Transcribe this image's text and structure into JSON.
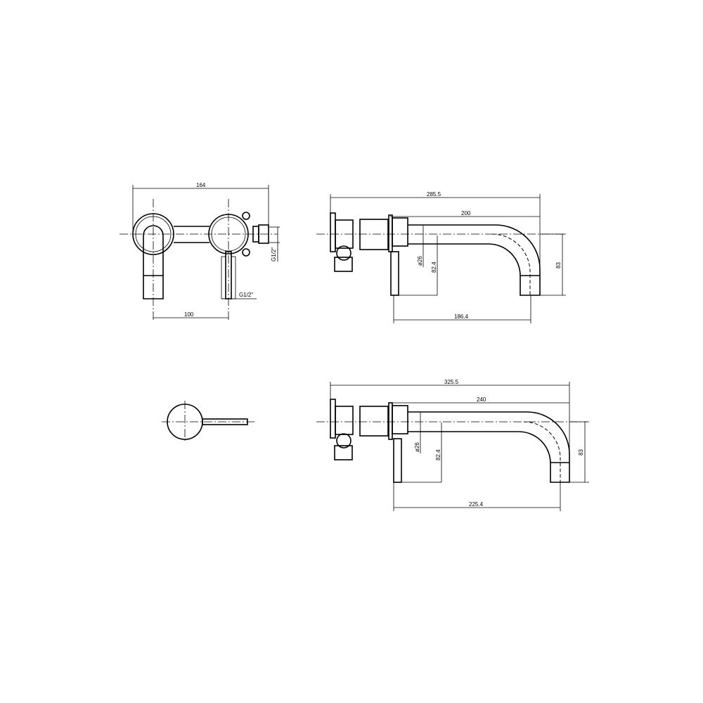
{
  "front_view": {
    "width_dim": "164",
    "center_dim": "100",
    "thread_side": "G1/2\"",
    "thread_bottom": "G1/2\""
  },
  "side_view_200": {
    "overall_dim": "285.5",
    "spout_dim": "200",
    "diameter_dim": "ø26",
    "lever_height_dim": "82.4",
    "height_dim": "83",
    "reach_dim": "186.4"
  },
  "side_view_240": {
    "overall_dim": "325.5",
    "spout_dim": "240",
    "diameter_dim": "ø26",
    "lever_height_dim": "82.4",
    "height_dim": "83",
    "reach_dim": "225.4"
  }
}
